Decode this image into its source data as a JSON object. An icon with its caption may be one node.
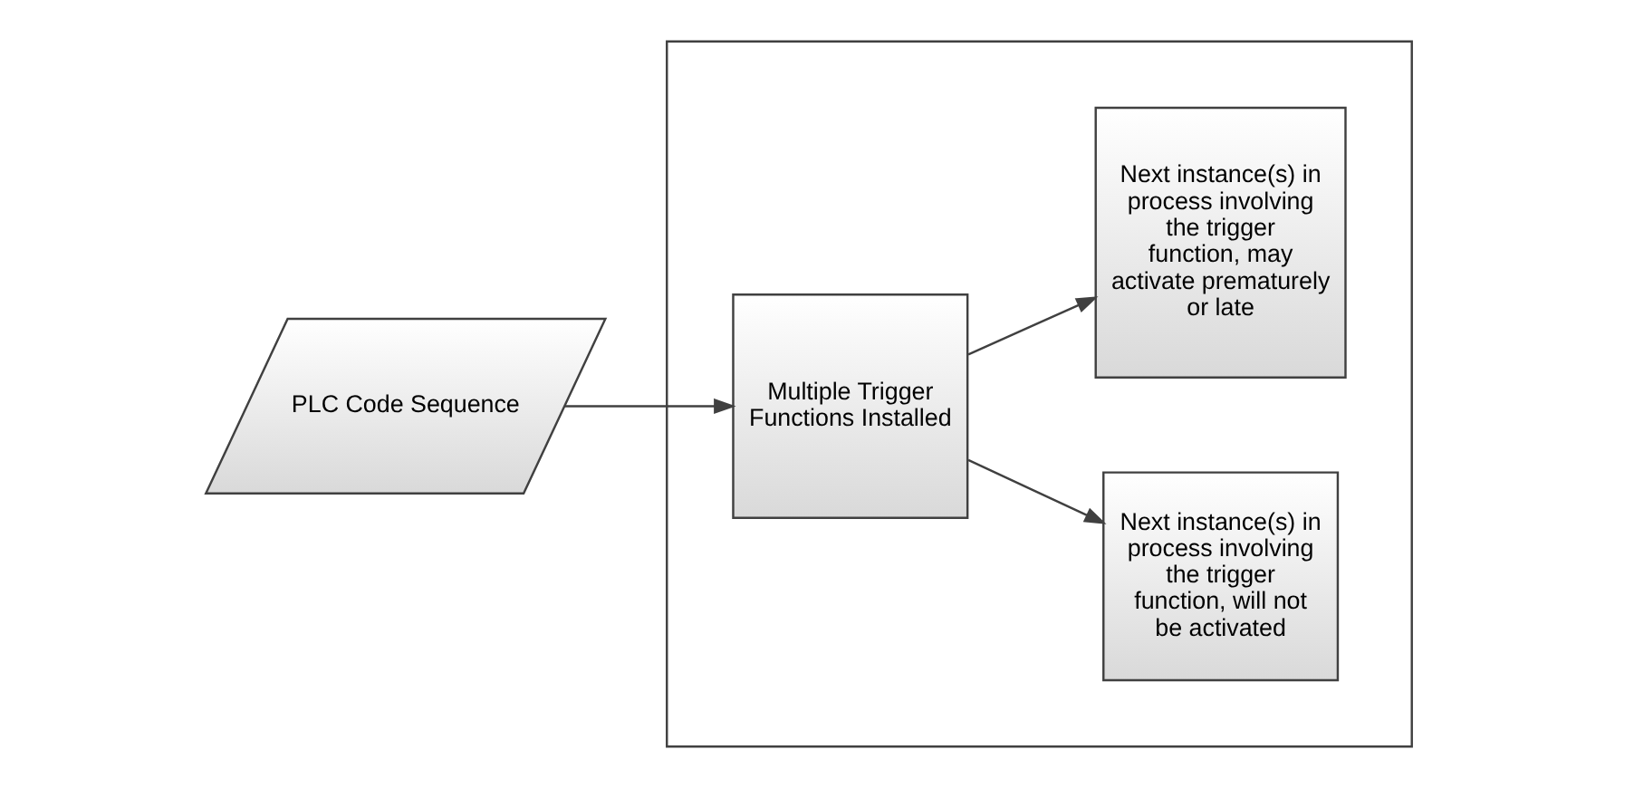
{
  "diagram": {
    "nodes": [
      {
        "text": [
          "PLC Code Sequence"
        ]
      },
      {
        "text": [],
        "shape": "box"
      },
      {
        "text": [
          "Multiple Trigger Functions Installed"
        ],
        "in": 1
      },
      {
        "text": [
          "Next instance(s) in process involving the trigger function, will not be activated"
        ],
        "in": 1
      },
      {
        "text": [
          "Next instance(s) in process involving the trigger function, may activate prematurely or late"
        ],
        "in": 1
      }
    ],
    "edges": [
      {
        "from": 0,
        "to": 2,
        "arrow": "to"
      },
      {
        "from": 2,
        "to": 3,
        "arrow": "to"
      },
      {
        "from": 2,
        "to": 4,
        "arrow": "to"
      }
    ]
  }
}
